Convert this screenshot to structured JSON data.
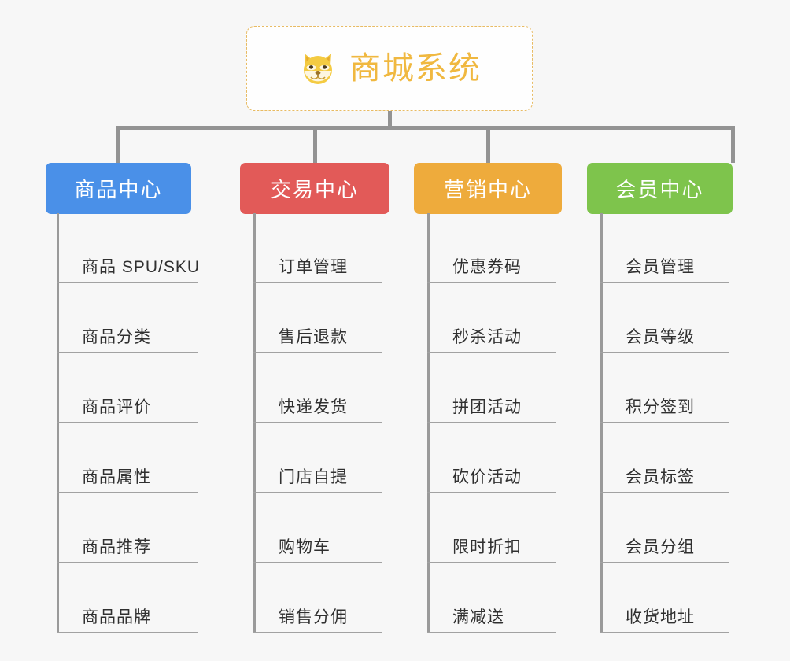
{
  "page": {
    "background_color": "#f7f7f7",
    "type": "mind-map"
  },
  "root": {
    "title": "商城系统",
    "icon": "shiba-dog-face-icon",
    "text_color": "#f0b840",
    "border_color": "#e8bb63",
    "background_color": "#fefefe"
  },
  "connector_color": "#939393",
  "branches": [
    {
      "label": "商品中心",
      "color": "#4a90e8",
      "items": [
        "商品 SPU/SKU",
        "商品分类",
        "商品评价",
        "商品属性",
        "商品推荐",
        "商品品牌"
      ]
    },
    {
      "label": "交易中心",
      "color": "#e25a58",
      "items": [
        "订单管理",
        "售后退款",
        "快递发货",
        "门店自提",
        "购物车",
        "销售分佣"
      ]
    },
    {
      "label": "营销中心",
      "color": "#eeab3c",
      "items": [
        "优惠券码",
        "秒杀活动",
        "拼团活动",
        "砍价活动",
        "限时折扣",
        "满减送"
      ]
    },
    {
      "label": "会员中心",
      "color": "#7ec44c",
      "items": [
        "会员管理",
        "会员等级",
        "积分签到",
        "会员标签",
        "会员分组",
        "收货地址"
      ]
    }
  ]
}
